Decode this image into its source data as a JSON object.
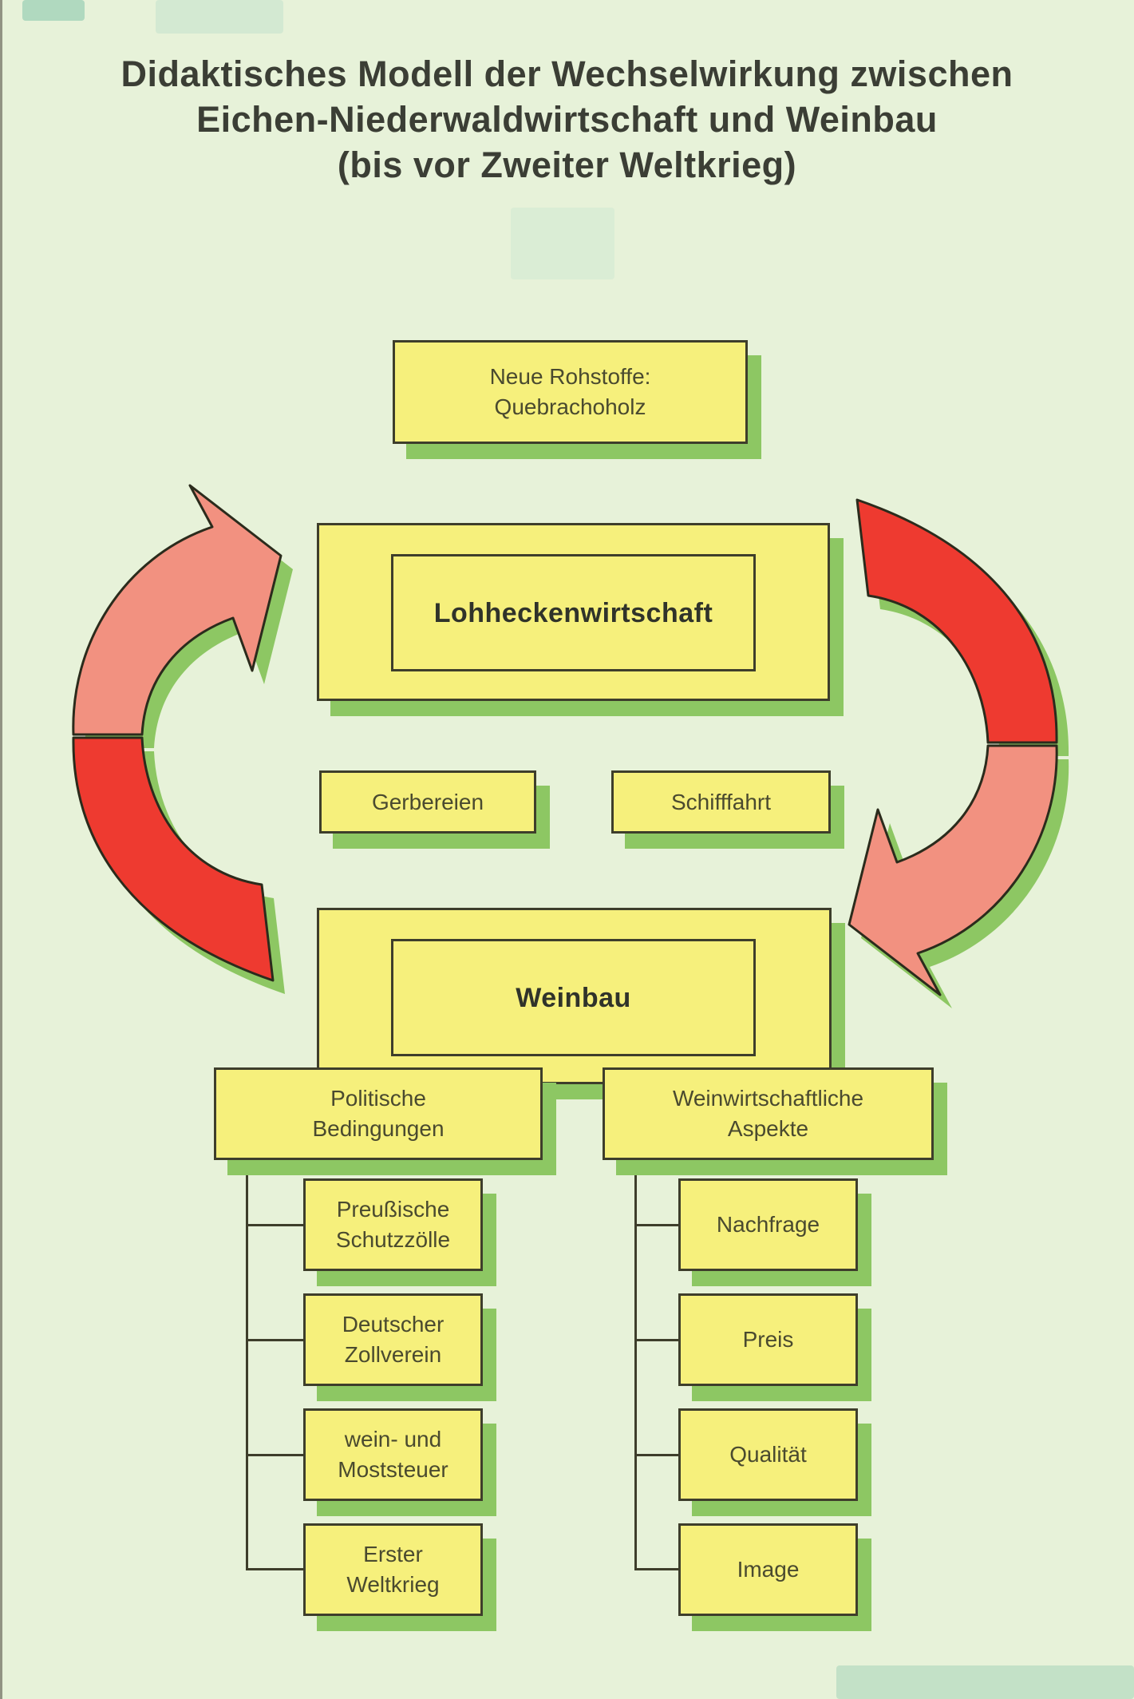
{
  "page": {
    "title_lines": [
      "Didaktisches Modell der Wechselwirkung zwischen",
      "Eichen-Niederwaldwirtschaft und Weinbau",
      "(bis vor Zweiter Weltkrieg)"
    ]
  },
  "colors": {
    "background": "#e7f2d9",
    "box_fill": "#f6f07c",
    "box_border": "#3e3e2b",
    "shadow_green": "#8dc763",
    "arrow_red": "#ee3a30",
    "arrow_salmon": "#f29180",
    "text_dark": "#3b3e35",
    "text_olive": "#4a4a2f"
  },
  "diagram": {
    "top_box": {
      "lines": [
        "Neue Rohstoffe:",
        "Quebrachoholz"
      ]
    },
    "cycle": {
      "upper_label": "Lohheckenwirtschaft",
      "lower_label": "Weinbau",
      "left_product": "Gerbereien",
      "right_product": "Schifffahrt"
    },
    "left_group": {
      "header_lines": [
        "Politische",
        "Bedingungen"
      ],
      "children": [
        {
          "lines": [
            "Preußische",
            "Schutzzölle"
          ]
        },
        {
          "lines": [
            "Deutscher",
            "Zollverein"
          ]
        },
        {
          "lines": [
            "wein- und",
            "Moststeuer"
          ]
        },
        {
          "lines": [
            "Erster",
            "Weltkrieg"
          ]
        }
      ]
    },
    "right_group": {
      "header_lines": [
        "Weinwirtschaftliche",
        "Aspekte"
      ],
      "children": [
        {
          "lines": [
            "Nachfrage"
          ]
        },
        {
          "lines": [
            "Preis"
          ]
        },
        {
          "lines": [
            "Qualität"
          ]
        },
        {
          "lines": [
            "Image"
          ]
        }
      ]
    }
  }
}
